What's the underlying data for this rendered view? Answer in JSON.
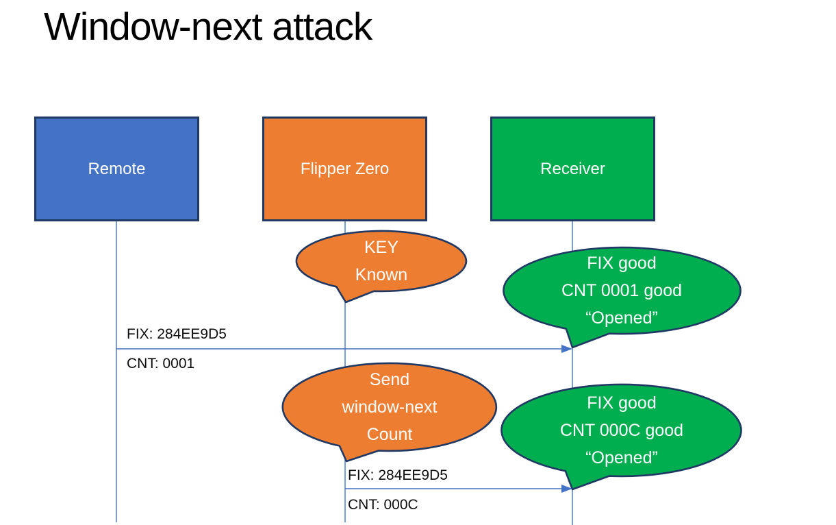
{
  "title": "Window-next attack",
  "colors": {
    "blue": "#4472C4",
    "orange": "#ED7D31",
    "green": "#00AE50",
    "outline": "#1F3864",
    "connector": "#4472C4",
    "ink": "#000000",
    "light": "#FFFFFF"
  },
  "actors": [
    {
      "id": "remote",
      "label": "Remote"
    },
    {
      "id": "flipper",
      "label": "Flipper Zero"
    },
    {
      "id": "receiver",
      "label": "Receiver"
    }
  ],
  "callouts": [
    {
      "id": "key-known",
      "color": "orange",
      "lines": [
        "KEY",
        "Known"
      ]
    },
    {
      "id": "opened-first",
      "color": "green",
      "lines": [
        "FIX good",
        "CNT 0001 good",
        "“Opened”"
      ]
    },
    {
      "id": "send-window-next",
      "color": "orange",
      "lines": [
        "Send",
        "window-next",
        "Count"
      ]
    },
    {
      "id": "opened-second",
      "color": "green",
      "lines": [
        "FIX good",
        "CNT 000C good",
        "“Opened”"
      ]
    }
  ],
  "messages": [
    {
      "id": "msg1",
      "from": "Remote",
      "to": "Receiver",
      "line1": "FIX: 284EE9D5",
      "line2": "CNT: 0001"
    },
    {
      "id": "msg2",
      "from": "Flipper Zero",
      "to": "Receiver",
      "line1": "FIX: 284EE9D5",
      "line2": "CNT: 000C"
    }
  ]
}
